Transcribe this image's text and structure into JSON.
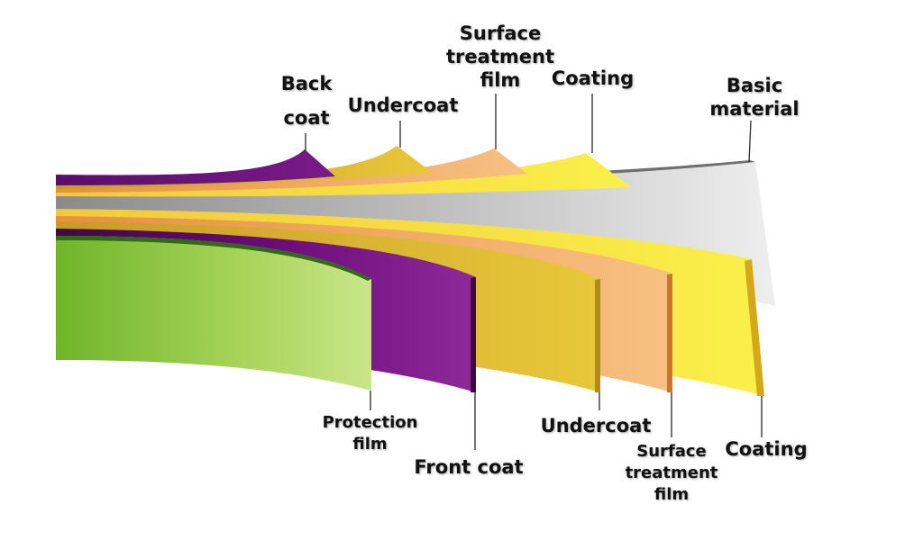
{
  "top_labels": [
    {
      "id": "back-coat",
      "lines": [
        "Back",
        "coat"
      ]
    },
    {
      "id": "undercoat-top",
      "lines": [
        "Undercoat"
      ]
    },
    {
      "id": "surface-treatment-top",
      "lines": [
        "Surface",
        "treatment",
        "film"
      ]
    },
    {
      "id": "coating-top",
      "lines": [
        "Coating"
      ]
    },
    {
      "id": "basic-material",
      "lines": [
        "Basic",
        "material"
      ]
    }
  ],
  "bottom_labels": [
    {
      "id": "protection-film",
      "lines": [
        "Protection",
        "film"
      ]
    },
    {
      "id": "front-coat",
      "lines": [
        "Front coat"
      ]
    },
    {
      "id": "undercoat-bottom",
      "lines": [
        "Undercoat"
      ]
    },
    {
      "id": "surface-treatment-bottom",
      "lines": [
        "Surface",
        "treatment",
        "film"
      ]
    },
    {
      "id": "coating-bottom",
      "lines": [
        "Coating"
      ]
    }
  ],
  "colors": {
    "back_coat": "#5e0c6e",
    "undercoat": "#d8b832",
    "surface_treatment": "#f0a860",
    "coating": "#f4e13a",
    "basic_material": "#c8c8c8",
    "front_coat": "#6a0a78",
    "protection_film": "#8cc63f"
  }
}
